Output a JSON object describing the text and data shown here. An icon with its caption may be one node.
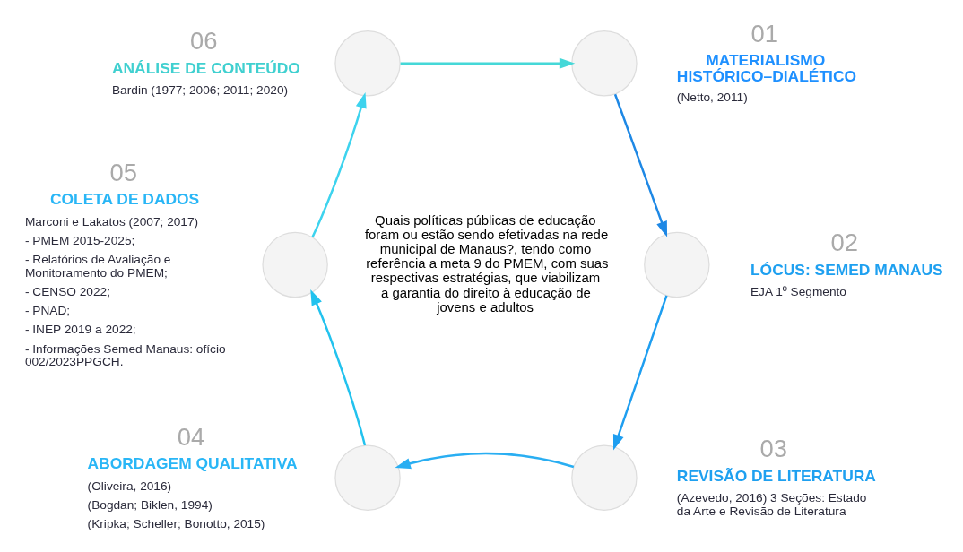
{
  "diagram": {
    "nodes": [
      {
        "text": [],
        "shape": "circle",
        "beside": [
          "01",
          "MATERIALISMO HISTÓRICO–DIALÉTICO",
          "(Netto, 2011)"
        ]
      },
      {
        "text": [],
        "shape": "circle",
        "beside": [
          "02",
          "LÓCUS: SEMED MANAUS",
          "EJA 1º Segmento"
        ]
      },
      {
        "text": [],
        "shape": "circle",
        "beside": [
          "03",
          "REVISÃO DE LITERATURA",
          "(Azevedo, 2016) 3 Seções: Estado da Arte e Revisão de Literatura"
        ]
      },
      {
        "text": [],
        "shape": "circle",
        "beside": [
          "04",
          "ABORDAGEM QUALITATIVA",
          "(Oliveira, 2016)",
          "(Bogdan; Biklen, 1994)",
          "(Kripka; Scheller; Bonotto, 2015)"
        ]
      },
      {
        "text": [],
        "shape": "circle",
        "beside": [
          "05",
          "COLETA DE DADOS",
          "Marconi e Lakatos (2007; 2017)",
          "- PMEM 2015-2025;",
          "- Relatórios de Avaliação e Monitoramento do PMEM;",
          "- CENSO 2022;",
          "- PNAD;",
          "- INEP 2019 a 2022;",
          "- Informações Semed Manaus: ofício 002/2023PPGCH."
        ]
      },
      {
        "text": [],
        "shape": "circle",
        "beside": [
          "06",
          "ANÁLISE DE CONTEÚDO",
          "Bardin (1977; 2006; 2011; 2020)"
        ]
      }
    ],
    "edges": [
      {
        "from": 5,
        "to": 0,
        "arrow": "to",
        "color": "#45d8d8"
      },
      {
        "from": 0,
        "to": 1,
        "arrow": "to",
        "color": "#1e88e5"
      },
      {
        "from": 1,
        "to": 2,
        "arrow": "to",
        "color": "#1e9ef0"
      },
      {
        "from": 2,
        "to": 3,
        "arrow": "to",
        "color": "#29aef2"
      },
      {
        "from": 3,
        "to": 4,
        "arrow": "to",
        "color": "#22c2ee"
      },
      {
        "from": 4,
        "to": 5,
        "arrow": "to",
        "color": "#3dd3ee"
      }
    ],
    "labels": [
      "Quais políticas públicas de educação foram ou estão sendo efetivadas na rede municipal de Manaus?, tendo como referência a meta 9 do PMEM, com suas respectivas estratégias, que viabilizam a garantia do direito à educação de jovens e adultos"
    ]
  }
}
